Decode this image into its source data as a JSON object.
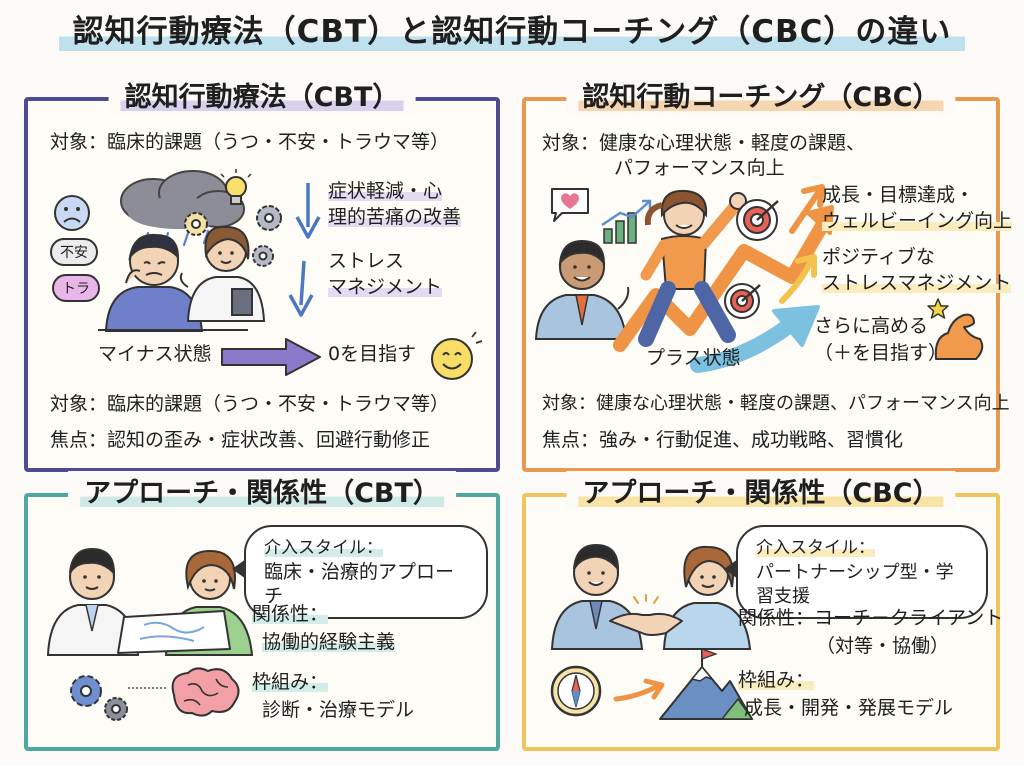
{
  "title": "認知行動療法（CBT）と認知行動コーチング（CBC）の違い",
  "cbt": {
    "heading": "認知行動療法（CBT）",
    "target_top": "対象：臨床的課題（うつ・不安・トラウマ等）",
    "bubble_anxiety": "不安",
    "bubble_trauma": "トラ",
    "goal1_line1": "症状軽減・心",
    "goal1_line2": "理的苦痛の改善",
    "goal2_line1": "ストレス",
    "goal2_line2": "マネジメント",
    "minus_state": "マイナス状態",
    "aim_zero": "0を目指す",
    "target_bottom": "対象：臨床的課題（うつ・不安・トラウマ等）",
    "focus": "焦点：認知の歪み・症状改善、回避行動修正"
  },
  "cbc": {
    "heading": "認知行動コーチング（CBC）",
    "target_top_line1": "対象：健康な心理状態・軽度の課題、",
    "target_top_line2": "パフォーマンス向上",
    "goal1_line1": "成長・目標達成・",
    "goal1_line2": "ウェルビーイング向上",
    "goal2_line1": "ポジティブな",
    "goal2_line2": "ストレスマネジメント",
    "raise_line1": "さらに高める",
    "raise_line2": "（＋を目指す）",
    "plus_state": "プラス状態",
    "target_bottom": "対象：健康な心理状態・軽度の課題、パフォーマンス向上",
    "focus": "焦点：強み・行動促進、成功戦略、習慣化"
  },
  "approach_cbt": {
    "heading": "アプローチ・関係性（CBT）",
    "style_label": "介入スタイル：",
    "style_value": "臨床・治療的アプローチ",
    "relation_label": "関係性：",
    "relation_value": "協働的経験主義",
    "frame_label": "枠組み：",
    "frame_value": "診断・治療モデル"
  },
  "approach_cbc": {
    "heading": "アプローチ・関係性（CBC）",
    "style_label": "介入スタイル：",
    "style_value": "パートナーシップ型・学習支援",
    "relation_label": "関係性：コーチ－クライアント",
    "relation_value": "（対等・協働）",
    "frame_label": "枠組み：",
    "frame_value": "成長・開発・発展モデル"
  },
  "colors": {
    "cbt_border": "#4f4b91",
    "cbc_border": "#e79a4f",
    "approach_cbt_border": "#4fa8a0",
    "approach_cbc_border": "#efc45a",
    "cbt_arrow": "#8b79c9",
    "down_arrow": "#4a78c2"
  },
  "icons": [
    "rain-cloud-icon",
    "lightbulb-icon",
    "gear-icon",
    "smiley-icon",
    "heart-icon",
    "bar-chart-icon",
    "target-icon",
    "star-icon",
    "flexed-arm-icon",
    "brain-icon",
    "compass-icon",
    "mountain-flag-icon",
    "handshake-icon"
  ]
}
